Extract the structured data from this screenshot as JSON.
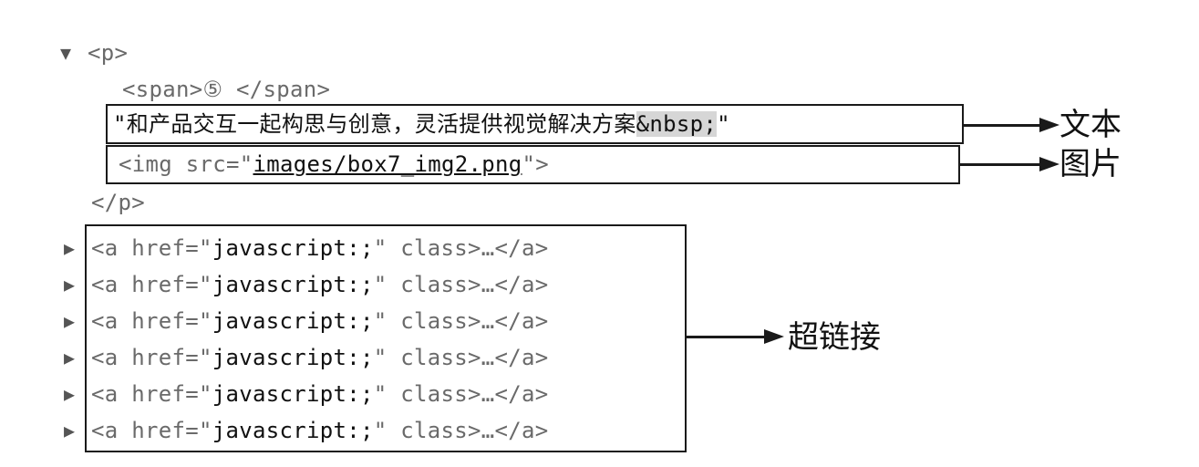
{
  "tree": {
    "expand_glyph": "▼",
    "collapse_glyph": "▶",
    "p_open": "<p>",
    "span_line": "<span>⑤ </span>",
    "text_open_quote": "\"",
    "text_content": "和产品交互一起构思与创意，灵活提供视觉解决方案",
    "text_entity": "&nbsp;",
    "text_close_quote": "\"",
    "img_prefix": "<img src=\"",
    "img_src": "images/box7_img2.png",
    "img_suffix": "\">",
    "p_close": "</p>",
    "link_rows": [
      {
        "prefix": "<a href=\"",
        "href": "javascript:;",
        "suffix": "\" class>…</a>"
      },
      {
        "prefix": "<a href=\"",
        "href": "javascript:;",
        "suffix": "\" class>…</a>"
      },
      {
        "prefix": "<a href=\"",
        "href": "javascript:;",
        "suffix": "\" class>…</a>"
      },
      {
        "prefix": "<a href=\"",
        "href": "javascript:;",
        "suffix": "\" class>…</a>"
      },
      {
        "prefix": "<a href=\"",
        "href": "javascript:;",
        "suffix": "\" class>…</a>"
      },
      {
        "prefix": "<a href=\"",
        "href": "javascript:;",
        "suffix": "\" class>…</a>"
      }
    ]
  },
  "annotations": {
    "text_label": "文本",
    "image_label": "图片",
    "links_label": "超链接"
  }
}
